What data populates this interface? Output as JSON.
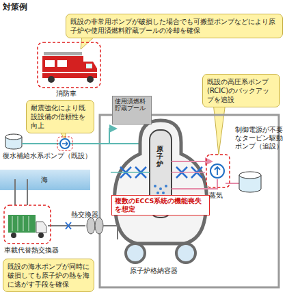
{
  "diagram": {
    "title": "対策例",
    "nodes": [
      {
        "text": [
          "既設の非常用ポンプが破損した場合でも可搬型ポンプなどにより原子炉や使用済燃料貯蔵プールの冷却を確保"
        ]
      },
      {
        "text": [
          "耐震強化により既設設備の信頼性を向上"
        ]
      },
      {
        "text": [
          "既設の高圧系ポンプ(RCIC)のバックアップを追設"
        ]
      },
      {
        "text": [
          "使用済燃料貯蔵プール"
        ]
      },
      {
        "text": [
          "複数のECCS系統の機能喪失を想定"
        ]
      },
      {
        "text": [
          "既設の海水ポンプが同時に破損しても原子炉の熱を海に逃がす手段を確保"
        ]
      }
    ],
    "labels": [
      "消防車",
      "原子炉",
      "復水補給水系ポンプ（既設）",
      "海",
      "熱交換器",
      "蒸気",
      "制御電源が不要なタービン駆動ポンプ（追設）",
      "原子炉格納容器",
      "車載代替熱交換器"
    ]
  }
}
